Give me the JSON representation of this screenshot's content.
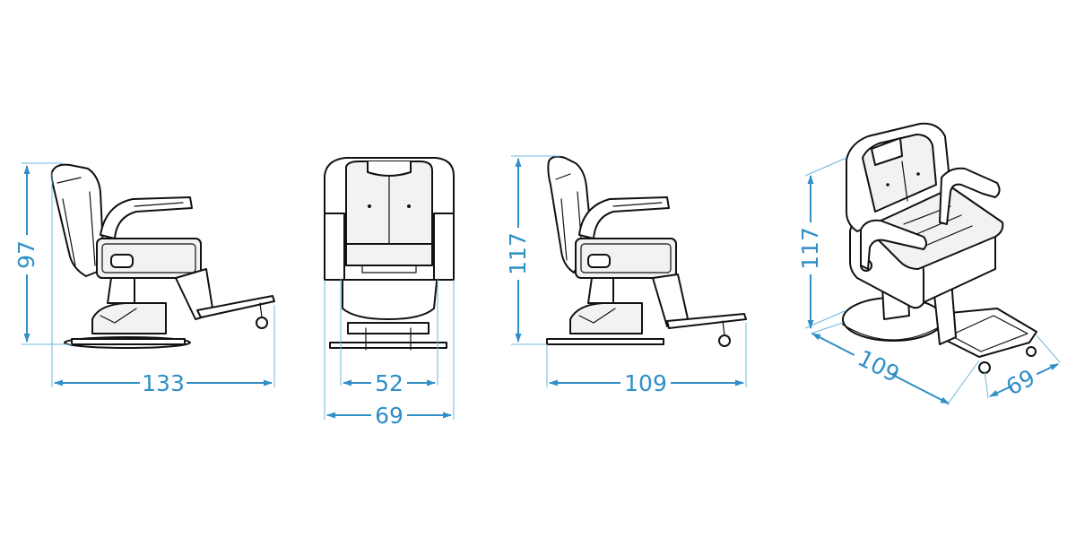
{
  "colors": {
    "dimension": "#2f8fc6",
    "outline": "#111111",
    "background": "#ffffff"
  },
  "views": [
    {
      "id": "side-reclined",
      "dimensions": {
        "height": "97",
        "length": "133"
      }
    },
    {
      "id": "front",
      "dimensions": {
        "inner_width": "52",
        "outer_width": "69"
      }
    },
    {
      "id": "side-upright",
      "dimensions": {
        "height": "117",
        "length": "109"
      }
    },
    {
      "id": "isometric",
      "dimensions": {
        "height": "117",
        "depth": "109",
        "width": "69"
      }
    }
  ]
}
